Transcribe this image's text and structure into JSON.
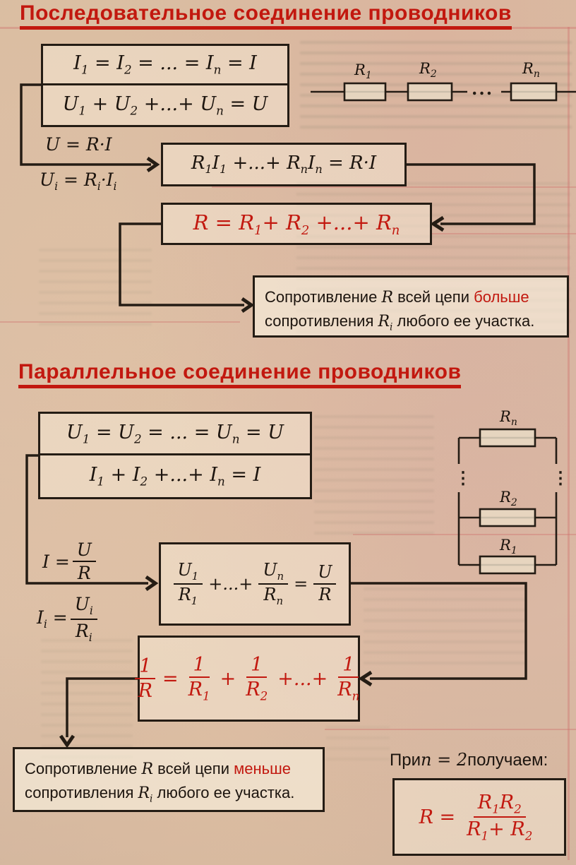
{
  "colors": {
    "title_red": "#c2180f",
    "formula_red": "#c2180f",
    "ink": "#1c140e",
    "paper": "#d9bda4"
  },
  "series": {
    "title": "Последовательное соединение проводников",
    "laws_box": {
      "current_law": "I₁ = I₂ = ... = Iₙ = I",
      "voltage_law": "U₁ + U₂ +...+ Uₙ = U"
    },
    "ohm_law_total": "U = R·I",
    "ohm_law_section": "Uᵢ = Rᵢ·Iᵢ",
    "substituted_equation": "R₁I₁ +...+ RₙIₙ = R·I",
    "total_resistance": "R = R₁+ R₂ +...+ Rₙ",
    "conclusion": {
      "part1": "Сопротивление ",
      "symbol_total": "R",
      "part2": " всей цепи ",
      "keyword": "больше",
      "part3": " сопротивления ",
      "symbol_section": "Rᵢ",
      "part4": " любого ее участка."
    },
    "circuit": {
      "labels": [
        {
          "base": "R",
          "sub": "1"
        },
        {
          "base": "R",
          "sub": "2"
        },
        {
          "base": "R",
          "sub": "n"
        }
      ],
      "dots": "..."
    }
  },
  "parallel": {
    "title": "Параллельное соединение проводников",
    "laws_box": {
      "voltage_law": "U₁ = U₂ = ... = Uₙ = U",
      "current_law": "I₁ + I₂ +...+ Iₙ = I"
    },
    "ohm_law_total": {
      "lhs": "I =",
      "num": "U",
      "den": "R"
    },
    "ohm_law_section": {
      "lhs": "Iᵢ =",
      "num": "Uᵢ",
      "den": "Rᵢ"
    },
    "substituted_equation": {
      "frac1": {
        "num": "U₁",
        "den": "R₁"
      },
      "plus_dots": "+...+",
      "frac2": {
        "num": "Uₙ",
        "den": "Rₙ"
      },
      "equals": "=",
      "frac3": {
        "num": "U",
        "den": "R"
      }
    },
    "reciprocal_formula": {
      "frac0": {
        "num": "1",
        "den": "R"
      },
      "equals": "=",
      "frac1": {
        "num": "1",
        "den": "R₁"
      },
      "plus1": "+",
      "frac2": {
        "num": "1",
        "den": "R₂"
      },
      "plus_dots": "+...+",
      "frac3": {
        "num": "1",
        "den": "Rₙ"
      }
    },
    "conclusion": {
      "part1": "Сопротивление ",
      "symbol_total": "R",
      "part2": " всей цепи ",
      "keyword": "меньше",
      "part3": " сопротивления ",
      "symbol_section": "Rᵢ",
      "part4": " любого ее участка."
    },
    "circuit": {
      "labels": [
        {
          "base": "R",
          "sub": "n"
        },
        {
          "base": "R",
          "sub": "2"
        },
        {
          "base": "R",
          "sub": "1"
        }
      ],
      "dots": "⋮"
    },
    "special_case": {
      "label_pre": "При ",
      "label_var": "n = 2",
      "label_post": " получаем:",
      "lhs": "R =",
      "num": "R₁R₂",
      "den": "R₁+ R₂"
    }
  }
}
